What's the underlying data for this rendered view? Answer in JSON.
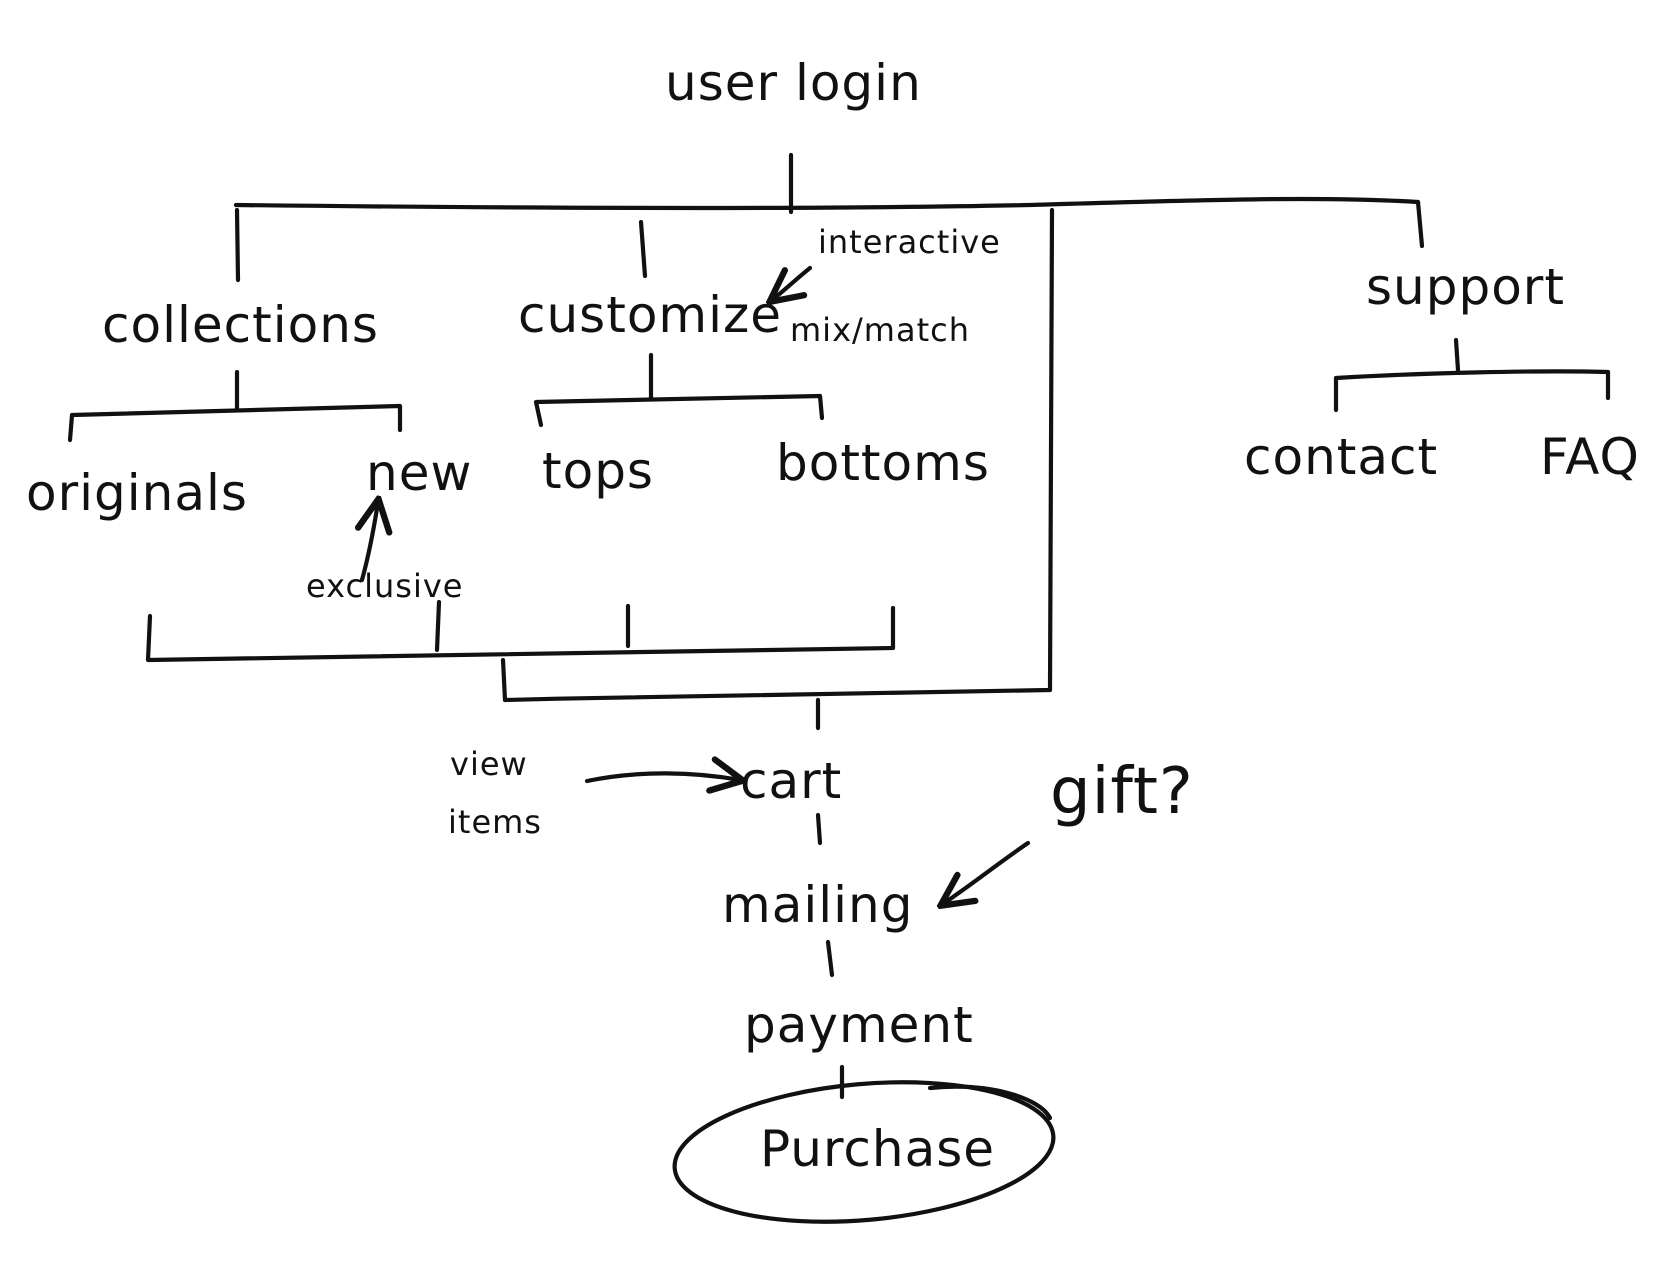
{
  "nodes": {
    "user_login": "user login",
    "collections": "collections",
    "customize": "customize",
    "support": "support",
    "originals": "originals",
    "new": "new",
    "tops": "tops",
    "bottoms": "bottoms",
    "contact": "contact",
    "faq": "FAQ",
    "cart": "cart",
    "mailing": "mailing",
    "payment": "payment",
    "purchase": "Purchase"
  },
  "notes": {
    "interactive_line1": "interactive",
    "interactive_line2": "mix/match",
    "exclusive": "exclusive",
    "view_items_line1": "view",
    "view_items_line2": "items",
    "gift": "gift?"
  }
}
